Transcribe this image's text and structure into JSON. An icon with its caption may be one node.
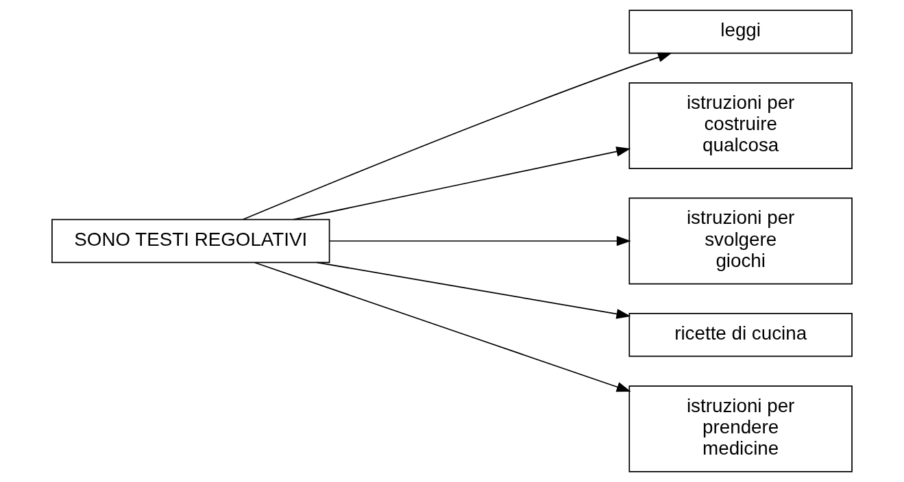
{
  "diagram": {
    "nodes": [
      {
        "text": [
          "SONO TESTI REGOLATIVI"
        ]
      },
      {
        "text": [
          "leggi"
        ]
      },
      {
        "text": [
          "istruzioni per costruire qualcosa"
        ]
      },
      {
        "text": [
          "istruzioni per svolgere giochi"
        ]
      },
      {
        "text": [
          "ricette di cucina"
        ]
      },
      {
        "text": [
          "istruzioni per prendere medicine"
        ]
      }
    ],
    "edges": [
      {
        "from": 0,
        "to": 1,
        "arrow": "to"
      },
      {
        "from": 0,
        "to": 2,
        "arrow": "to"
      },
      {
        "from": 0,
        "to": 3,
        "arrow": "to"
      },
      {
        "from": 0,
        "to": 4,
        "arrow": "to"
      },
      {
        "from": 0,
        "to": 5,
        "arrow": "to"
      }
    ]
  }
}
